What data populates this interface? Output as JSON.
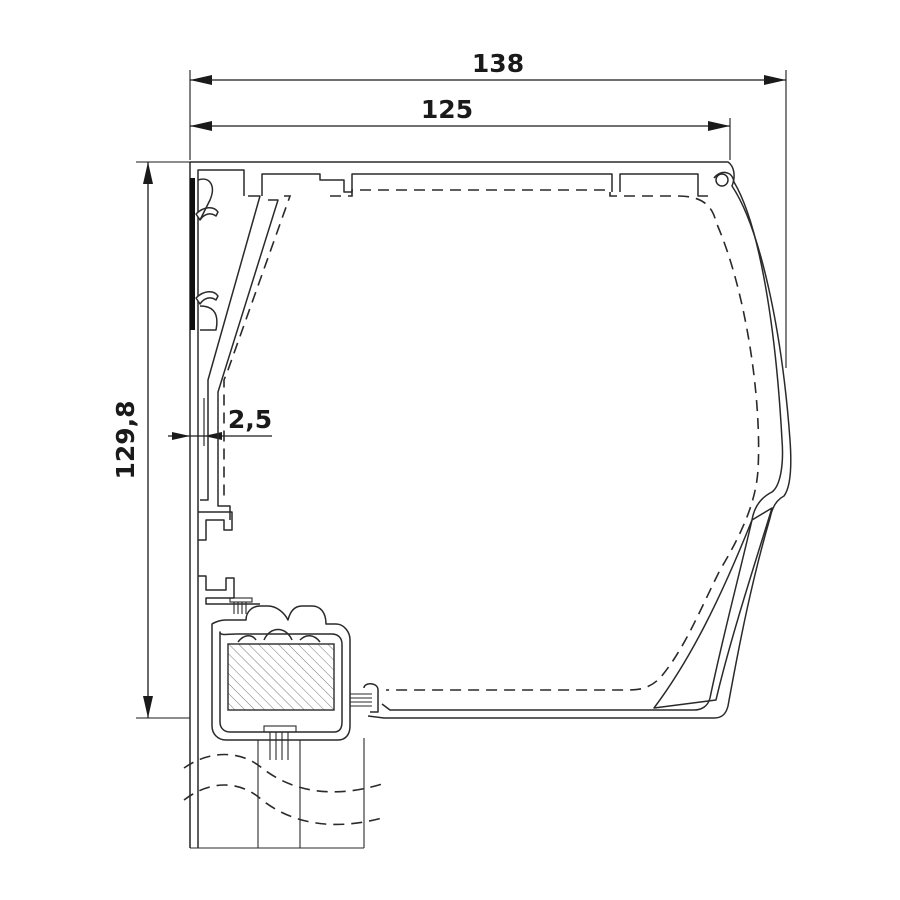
{
  "dimensions": {
    "overall_width": "138",
    "inner_width": "125",
    "height": "129,8",
    "wall_offset": "2,5"
  },
  "colors": {
    "line": "#1a1a1a",
    "hatch": "#6a6a6a",
    "background": "#ffffff"
  }
}
